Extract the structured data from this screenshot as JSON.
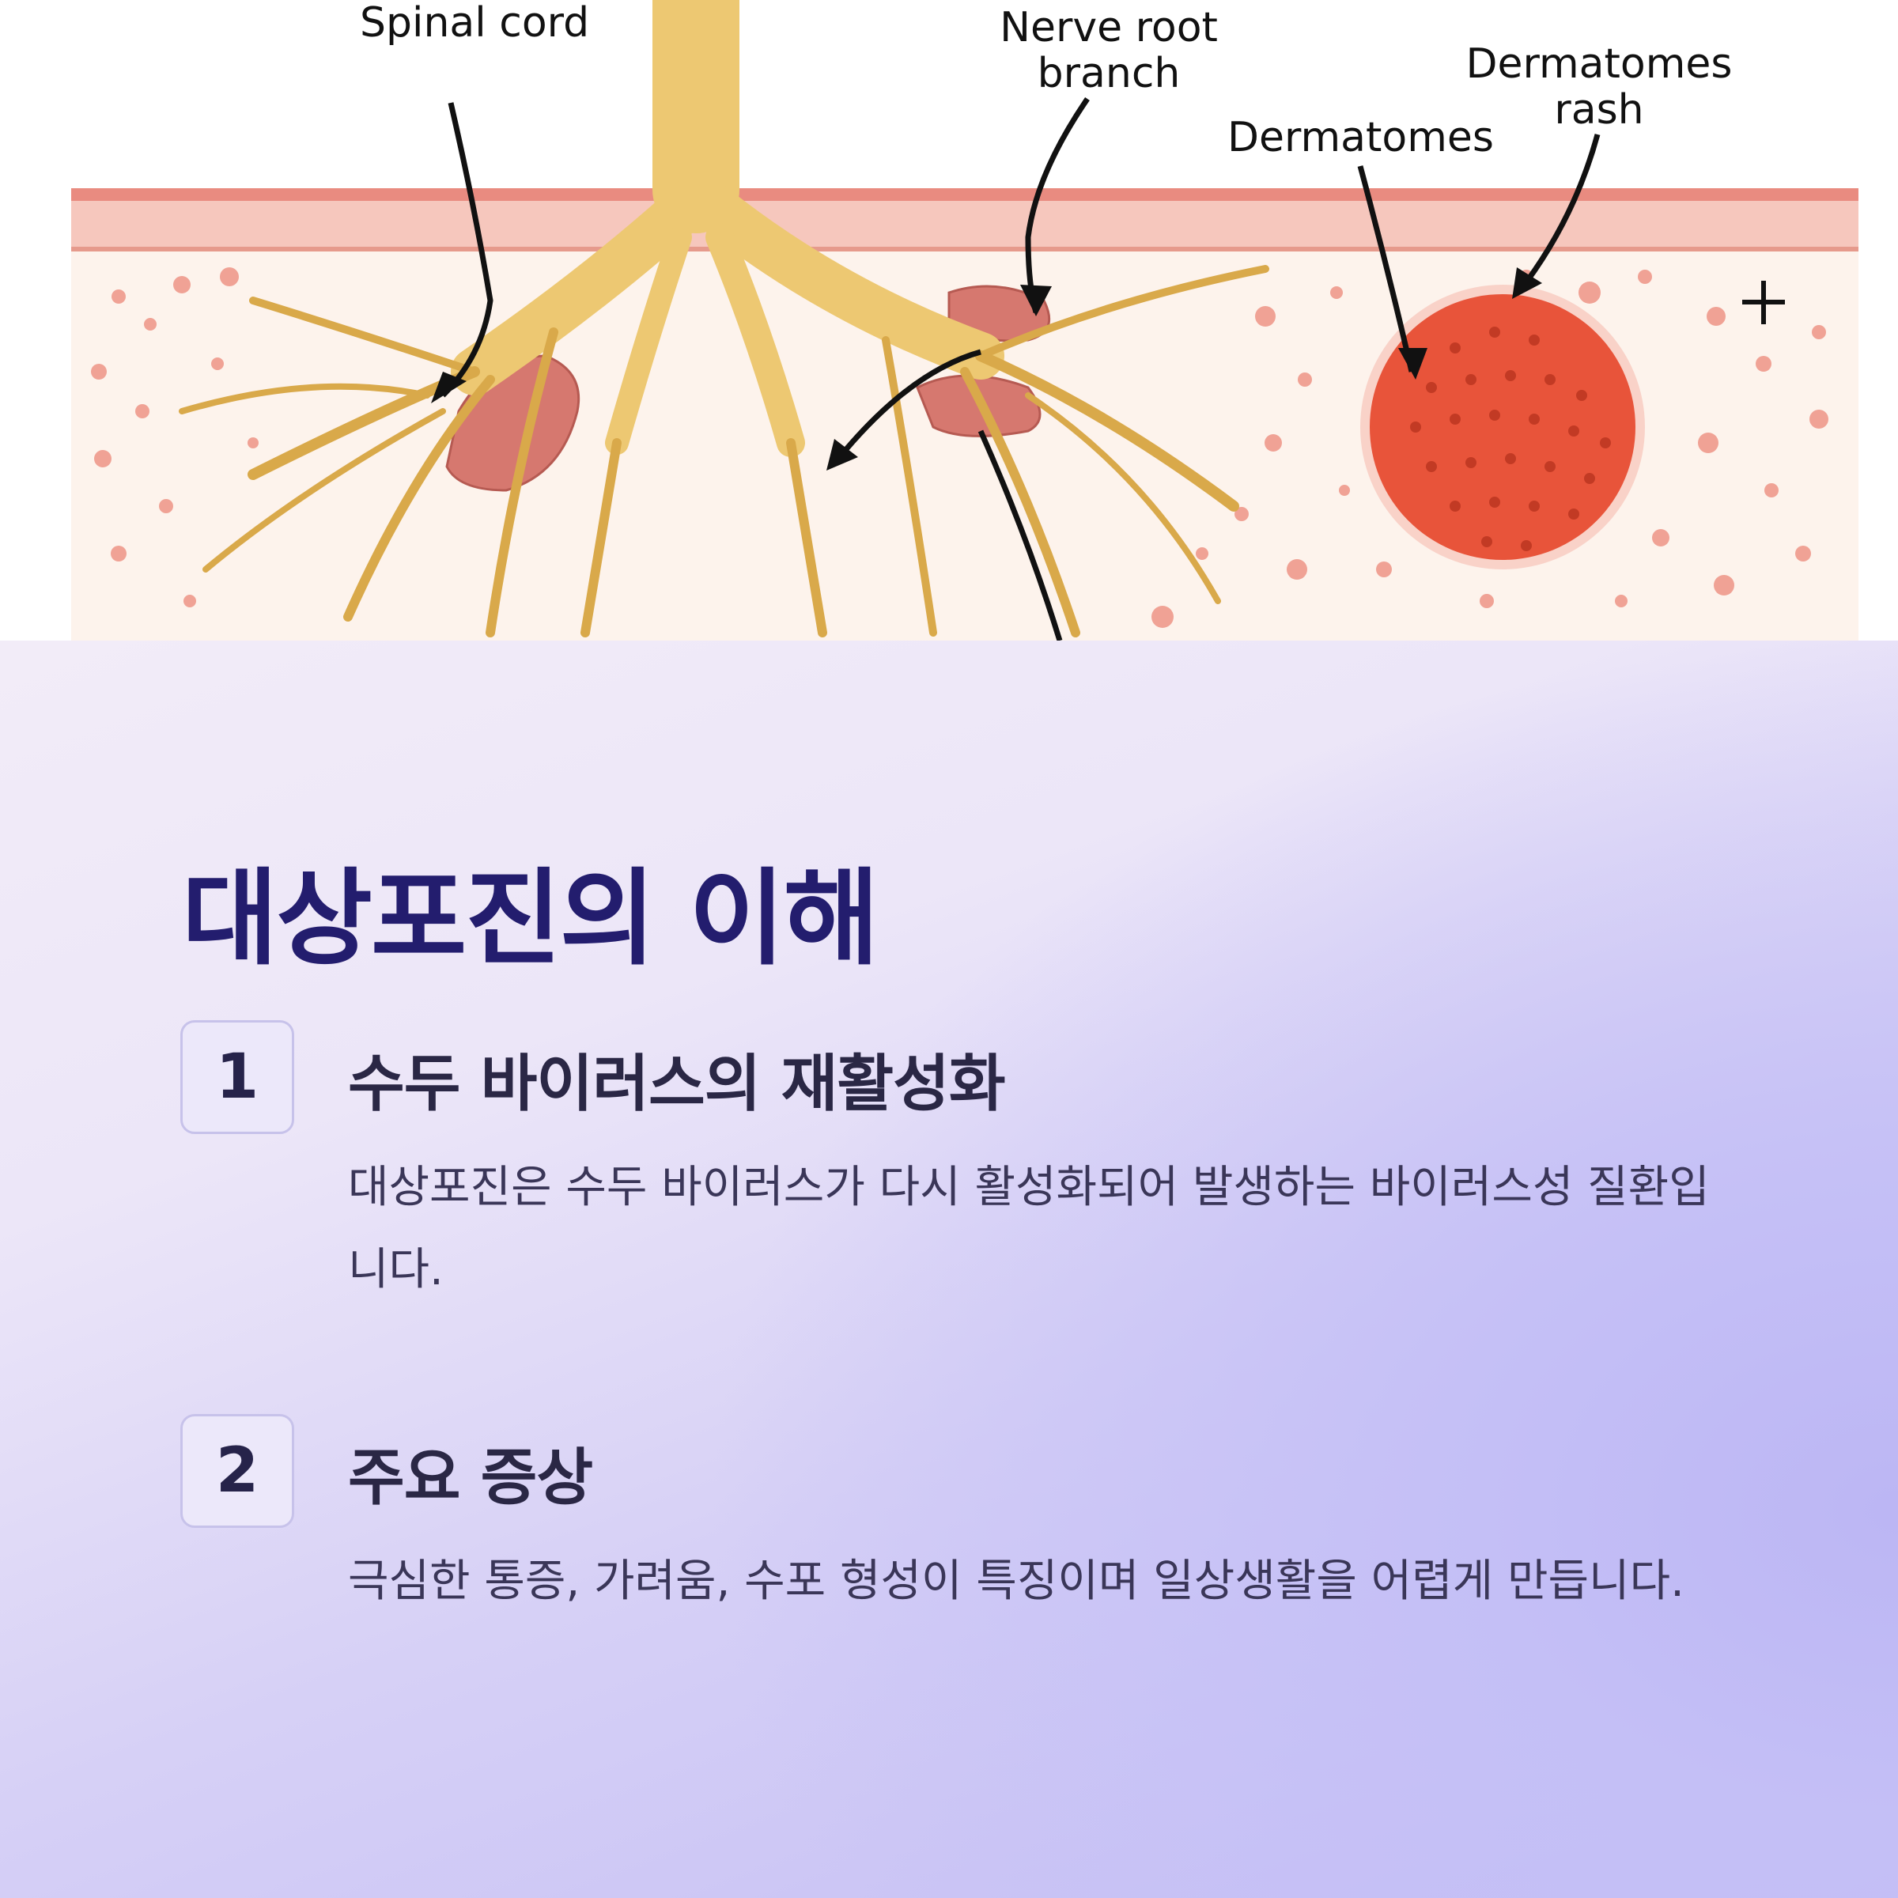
{
  "illustration": {
    "labels": {
      "spinal_cord": "Spinal cord",
      "nerve_root_branch": "Nerve root branch",
      "dermatomes": "Dermatomes",
      "dermatomes_rash": "Dermatomes rash",
      "plus": "+"
    }
  },
  "title": "대상포진의 이해",
  "items": [
    {
      "number": "1",
      "title": "수두 바이러스의 재활성화",
      "description": "대상포진은 수두 바이러스가 다시 활성화되어 발생하는 바이러스성 질환입니다."
    },
    {
      "number": "2",
      "title": "주요 증상",
      "description": "극심한 통증, 가려움, 수포 형성이 특징이며 일상생활을 어렵게 만듭니다."
    }
  ],
  "colors": {
    "title": "#231d6e",
    "skin": "#f3b5a8",
    "nerve": "#e9c46a",
    "rash": "#e8543a",
    "background_end": "#c2bcf4"
  }
}
